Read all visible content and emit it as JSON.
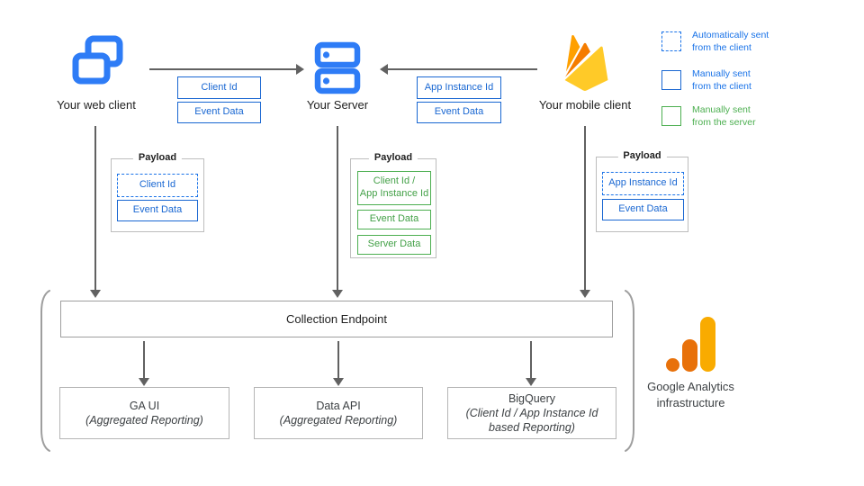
{
  "colors": {
    "blue": "#1967d2",
    "legend_blue": "#1a73e8",
    "green": "#4caf50",
    "icon_blue": "#2e7cf6",
    "arrow_gray": "#616161",
    "box_border_gray": "#bdbdbd",
    "firebase_yellow": "#ffca28",
    "firebase_amber": "#ffa000",
    "firebase_orange": "#f57c00",
    "ga_amber": "#f9ab00",
    "ga_orange": "#e8710a"
  },
  "icons": {
    "web": "overlapping-windows-icon",
    "server": "server-stack-icon",
    "mobile": "firebase-flame-icon",
    "analytics": "google-analytics-bars-icon"
  },
  "clients": {
    "web": {
      "label": "Your web client"
    },
    "server": {
      "label": "Your Server"
    },
    "mobile": {
      "label": "Your mobile client"
    }
  },
  "flow_web_to_server": {
    "fields": [
      "Client Id",
      "Event Data"
    ]
  },
  "flow_mobile_to_server": {
    "fields": [
      "App Instance Id",
      "Event Data"
    ]
  },
  "payload_web": {
    "title": "Payload",
    "fields": [
      "Client Id",
      "Event Data"
    ]
  },
  "payload_server": {
    "title": "Payload",
    "fields": [
      "Client Id /\nApp Instance Id",
      "Event Data",
      "Server Data"
    ]
  },
  "payload_mobile": {
    "title": "Payload",
    "fields": [
      "App Instance Id",
      "Event Data"
    ]
  },
  "legend": {
    "items": [
      {
        "line1": "Automatically sent",
        "line2": "from the client",
        "style": "dashed-blue"
      },
      {
        "line1": "Manually sent",
        "line2": "from the client",
        "style": "solid-blue"
      },
      {
        "line1": "Manually sent",
        "line2": "from the server",
        "style": "solid-green"
      }
    ]
  },
  "infrastructure": {
    "endpoint": "Collection Endpoint",
    "services": [
      {
        "name": "GA UI",
        "detail": "(Aggregated Reporting)"
      },
      {
        "name": "Data API",
        "detail": "(Aggregated Reporting)"
      },
      {
        "name": "BigQuery",
        "detail": "(Client Id / App Instance Id\nbased Reporting)"
      }
    ],
    "brand_line1": "Google Analytics",
    "brand_line2": "infrastructure"
  }
}
